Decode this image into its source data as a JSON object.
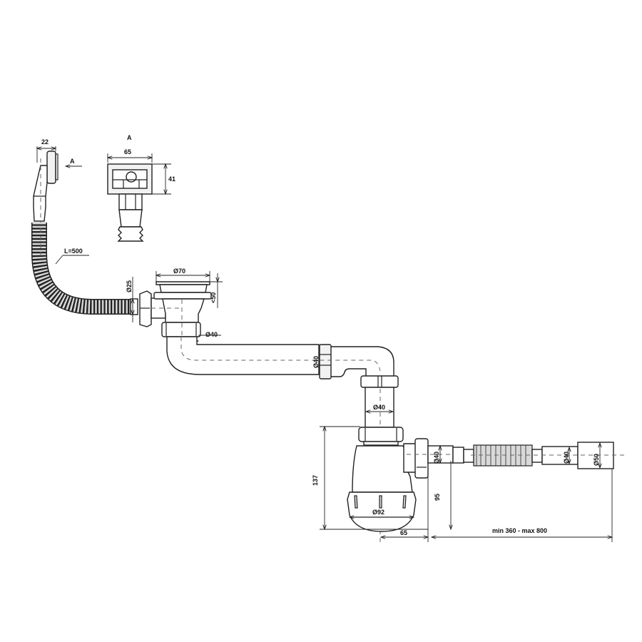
{
  "diagram": {
    "type": "technical drawing - sink siphon with overflow",
    "view_label": "A",
    "arrow_label": "A",
    "dimensions": {
      "overflow_depth": "22",
      "overflow_width": "65",
      "overflow_height": "41",
      "overflow_hose_length": "L=500",
      "overflow_pipe_dia": "Ø25",
      "strainer_dia": "Ø70",
      "strainer_depth": "<50",
      "outlet_dia": "Ø40",
      "horizontal_pipe_dia": "Ø40",
      "vertical_pipe_dia": "Ø40",
      "siphon_height": "137",
      "bottle_dia": "Ø92",
      "side_outlet_dia": "Ø40",
      "side_outlet_height": "95",
      "side_offset": "65",
      "hose_length": "min 360 - max 800",
      "hose_end_dia": "Ø40",
      "connector_dia": "Ø50"
    }
  }
}
